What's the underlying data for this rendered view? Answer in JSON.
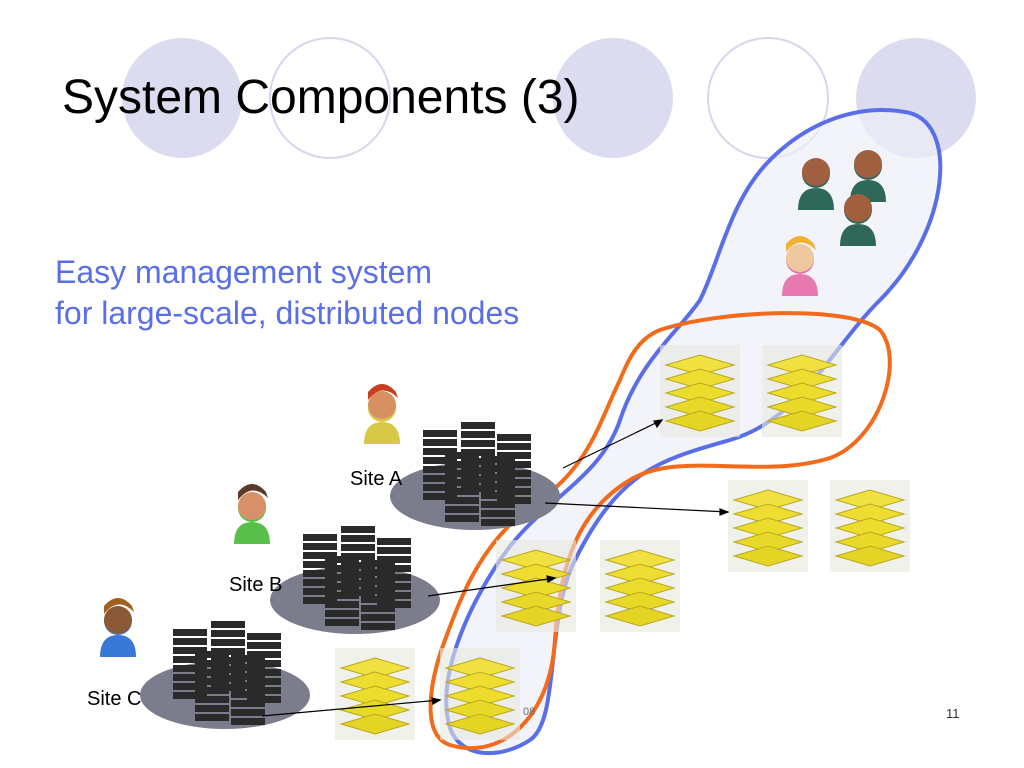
{
  "slide": {
    "title": "System Components (3)",
    "subtitle_line1": "Easy management system",
    "subtitle_line2": "for large-scale, distributed nodes",
    "page_number": "11",
    "footer_date": "08"
  },
  "sites": [
    {
      "label": "Site A"
    },
    {
      "label": "Site B"
    },
    {
      "label": "Site C"
    }
  ],
  "colors": {
    "subtitle": "#5a6ee8",
    "blue_outline": "#5a6ee8",
    "orange_outline": "#f26a1b",
    "deco_circle": "#dcdcf0"
  }
}
